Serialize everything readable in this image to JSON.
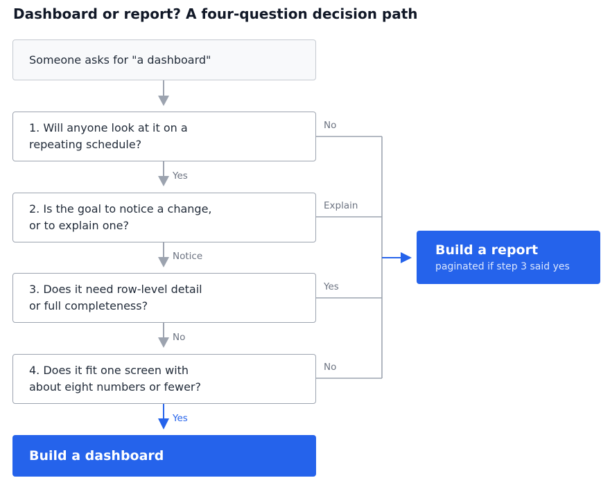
{
  "title": "Dashboard or report? A four-question decision path",
  "start": "Someone asks for \"a dashboard\"",
  "questions": [
    {
      "line1": "1. Will anyone look at it on a",
      "line2": "repeating schedule?",
      "down_label": "Yes",
      "side_label": "No"
    },
    {
      "line1": "2. Is the goal to notice a change,",
      "line2": "or to explain one?",
      "down_label": "Notice",
      "side_label": "Explain"
    },
    {
      "line1": "3. Does it need row-level detail",
      "line2": "or full completeness?",
      "down_label": "No",
      "side_label": "Yes"
    },
    {
      "line1": "4. Does it fit one screen with",
      "line2": "about eight numbers or fewer?",
      "down_label": "Yes",
      "side_label": "No"
    }
  ],
  "outcomes": {
    "dashboard": "Build a dashboard",
    "report_title": "Build a report",
    "report_note": "paginated if step 3 said yes"
  },
  "colors": {
    "accent": "#2563eb",
    "connector": "#9ca3af",
    "label": "#6b7280"
  }
}
